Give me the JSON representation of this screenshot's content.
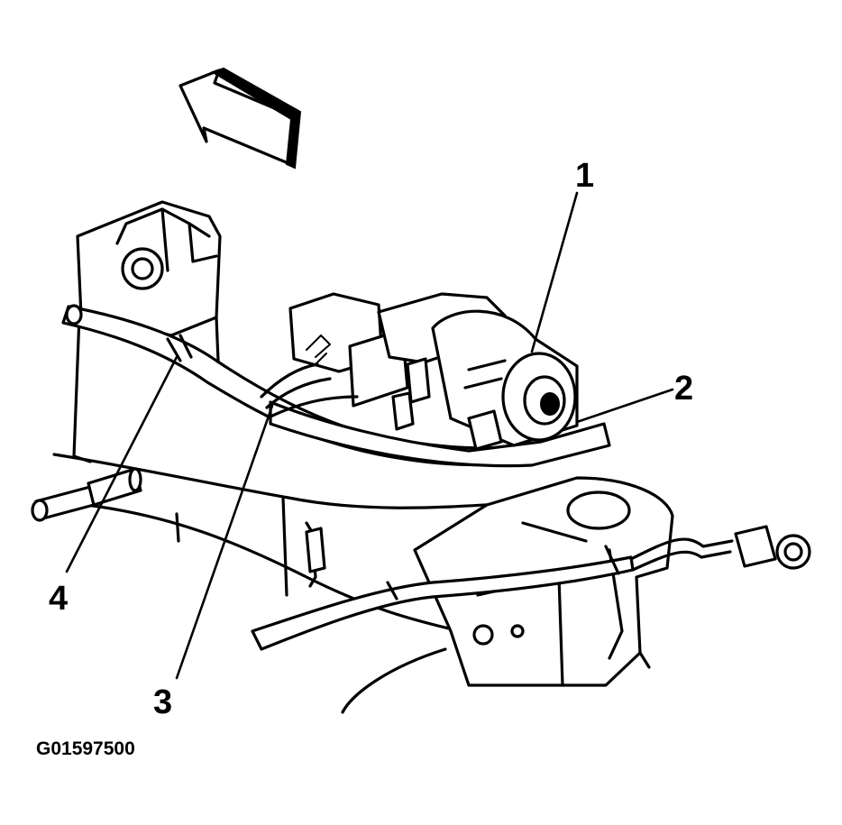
{
  "diagram": {
    "callouts": [
      {
        "id": "1",
        "label": "1"
      },
      {
        "id": "2",
        "label": "2"
      },
      {
        "id": "3",
        "label": "3"
      },
      {
        "id": "4",
        "label": "4"
      }
    ],
    "figure_id": "G01597500",
    "icons": {
      "direction_arrow": "arrow-forward-icon",
      "motor": "motor-icon"
    },
    "colors": {
      "ink": "#000000",
      "paper": "#ffffff"
    }
  }
}
